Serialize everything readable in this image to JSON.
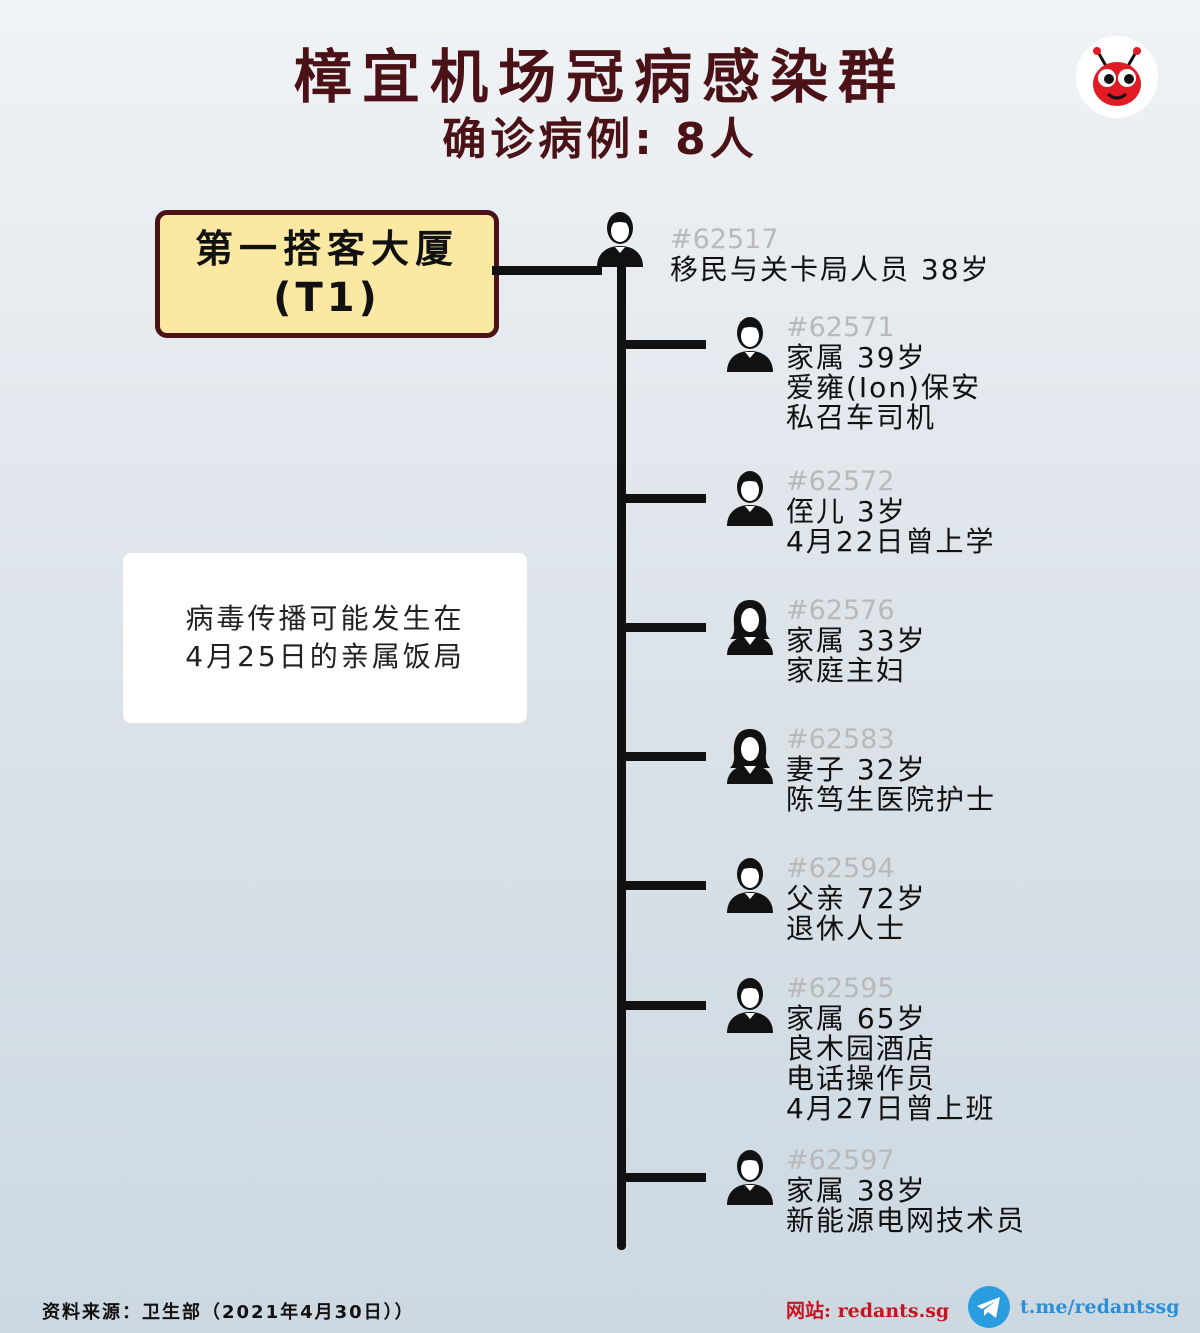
{
  "header": {
    "title": "樟宜机场冠病感染群",
    "subtitle": "确诊病例: 8人"
  },
  "source": {
    "name": "第一搭客大厦",
    "code": "(T1)"
  },
  "note": "病毒传播可能发生在\n4月25日的亲属饭局",
  "index_case": {
    "id": "#62517",
    "lines": [
      "移民与关卡局人员 38岁"
    ],
    "gender": "male"
  },
  "cases": [
    {
      "id": "#62571",
      "gender": "male",
      "lines": [
        "家属 39岁",
        "爱雍(Ion)保安",
        "私召车司机"
      ]
    },
    {
      "id": "#62572",
      "gender": "male",
      "lines": [
        "侄儿 3岁",
        "4月22日曾上学"
      ]
    },
    {
      "id": "#62576",
      "gender": "female",
      "lines": [
        "家属 33岁",
        "家庭主妇"
      ]
    },
    {
      "id": "#62583",
      "gender": "female",
      "lines": [
        "妻子 32岁",
        "陈笃生医院护士"
      ]
    },
    {
      "id": "#62594",
      "gender": "male",
      "lines": [
        "父亲 72岁",
        "退休人士"
      ]
    },
    {
      "id": "#62595",
      "gender": "male",
      "lines": [
        "家属 65岁",
        "良木园酒店",
        "电话操作员",
        "4月27日曾上班"
      ]
    },
    {
      "id": "#62597",
      "gender": "male",
      "lines": [
        "家属 38岁",
        "新能源电网技术员"
      ]
    }
  ],
  "footer": {
    "source": "资料来源：卫生部（2021年4月30日））",
    "website": "网站: redants.sg",
    "telegram": "t.me/redantssg"
  },
  "colors": {
    "title": "#4a1216",
    "source_fill": "#fbe9a3",
    "case_id": "#b9b9b9",
    "website": "#c8141e",
    "telegram": "#2a8fd6"
  }
}
